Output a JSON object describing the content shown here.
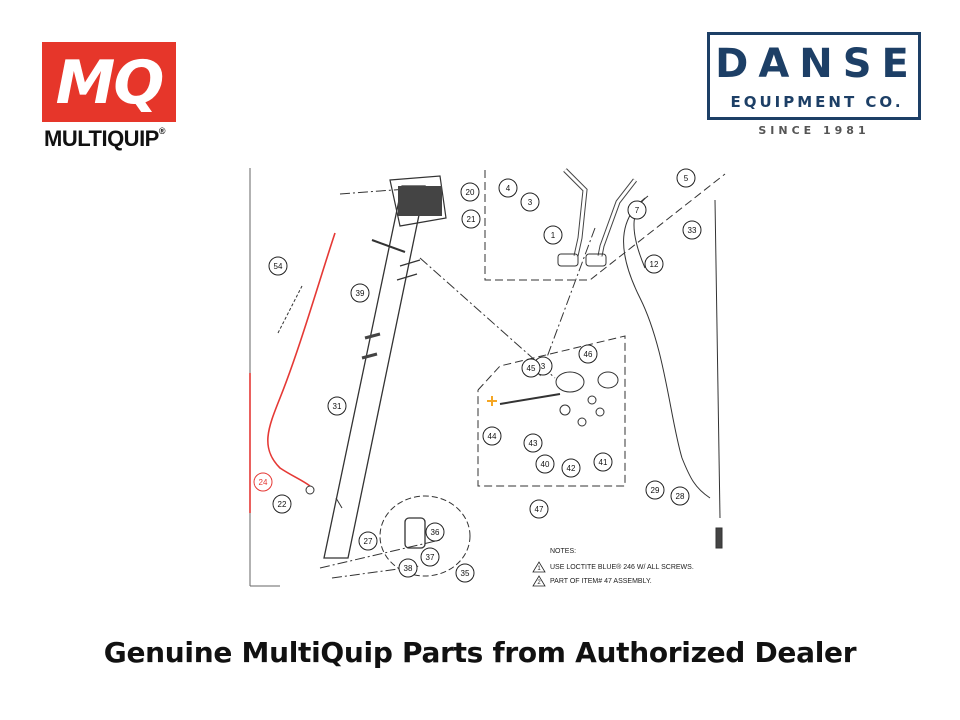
{
  "logos": {
    "left_mark": "MQ",
    "left_name": "MULTIQUIP",
    "left_trademark": "®",
    "right_title": "DANSE",
    "right_subtitle": "EQUIPMENT CO.",
    "right_since": "SINCE 1981"
  },
  "diagram": {
    "callouts": [
      "1",
      "3",
      "3",
      "4",
      "5",
      "7",
      "12",
      "20",
      "21",
      "22",
      "24",
      "27",
      "28",
      "29",
      "31",
      "33",
      "35",
      "36",
      "37",
      "38",
      "39",
      "40",
      "41",
      "42",
      "43",
      "44",
      "45",
      "46",
      "47",
      "54"
    ],
    "notes_heading": "NOTES:",
    "notes": [
      {
        "marker": "1",
        "text": "USE LOCTITE BLUE® 246 W/ ALL SCREWS."
      },
      {
        "marker": "2",
        "text": "PART OF ITEM# 47 ASSEMBLY."
      }
    ]
  },
  "caption": "Genuine MultiQuip Parts from Authorized Dealer",
  "colors": {
    "multiquip_red": "#e6362a",
    "danse_blue": "#1d3f66",
    "highlight_red": "#e53935",
    "marker_orange": "#f5a623"
  }
}
